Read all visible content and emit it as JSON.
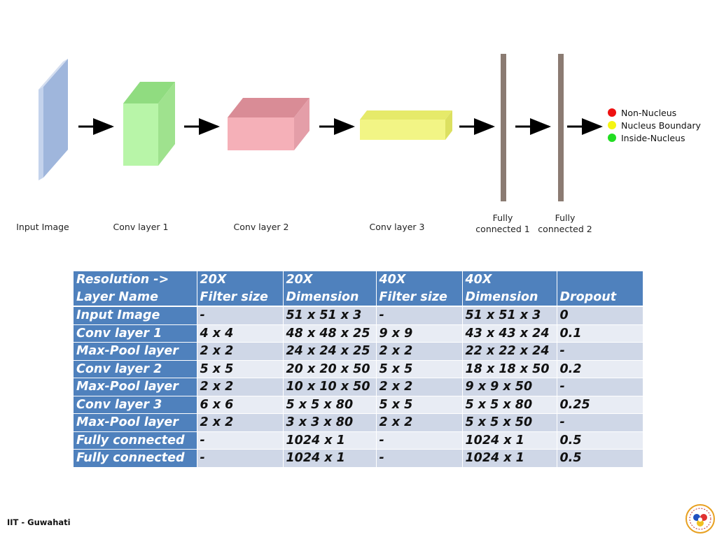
{
  "diagram": {
    "layers": [
      {
        "label": "Input Image"
      },
      {
        "label": "Conv layer 1"
      },
      {
        "label": "Conv layer 2"
      },
      {
        "label": "Conv layer 3"
      },
      {
        "label_line1": "Fully",
        "label_line2": "connected 1"
      },
      {
        "label_line1": "Fully",
        "label_line2": "connected 2"
      }
    ],
    "colors": {
      "input": "#b0c4e4",
      "conv1": "#b8f5a8",
      "conv2": "#f5b0b8",
      "conv3": "#f2f585",
      "fc": "#8b7b72"
    },
    "legend": [
      {
        "label": "Non-Nucleus",
        "color": "#ee1111"
      },
      {
        "label": "Nucleus Boundary",
        "color": "#f5f511"
      },
      {
        "label": "Inside-Nucleus",
        "color": "#22dd22"
      }
    ]
  },
  "table": {
    "header1": [
      "Resolution ->",
      "20X",
      "20X",
      "40X",
      "40X",
      ""
    ],
    "header2": [
      "Layer Name",
      "Filter size",
      "Dimension",
      "Filter size",
      "Dimension",
      "Dropout"
    ],
    "rows": [
      [
        "Input Image",
        "-",
        "51 x 51 x 3",
        "-",
        "51 x 51 x 3",
        "0"
      ],
      [
        "Conv layer 1",
        "4 x 4",
        "48 x 48 x 25",
        "9 x 9",
        "43 x 43 x 24",
        "0.1"
      ],
      [
        "Max-Pool layer",
        "2 x 2",
        "24 x 24 x 25",
        "2 x 2",
        "22 x 22 x 24",
        "-"
      ],
      [
        "Conv layer 2",
        "5 x 5",
        "20 x 20 x 50",
        "5 x 5",
        "18 x 18 x 50",
        "0.2"
      ],
      [
        "Max-Pool layer",
        "2 x 2",
        "10 x 10 x 50",
        "2 x 2",
        "9 x 9 x 50",
        "-"
      ],
      [
        "Conv layer 3",
        "6 x 6",
        "5 x 5 x 80",
        "5 x 5",
        "5 x 5 x 80",
        "0.25"
      ],
      [
        "Max-Pool layer",
        "2 x 2",
        "3 x 3 x 80",
        "2 x 2",
        "5 x 5 x 50",
        "-"
      ],
      [
        "Fully connected",
        "-",
        "1024 x 1",
        "-",
        "1024 x 1",
        "0.5"
      ],
      [
        "Fully connected",
        "-",
        "1024 x 1",
        "-",
        "1024 x 1",
        "0.5"
      ]
    ]
  },
  "footer": {
    "institute": "IIT - Guwahati",
    "logo_icon": "iitg-logo-icon"
  }
}
